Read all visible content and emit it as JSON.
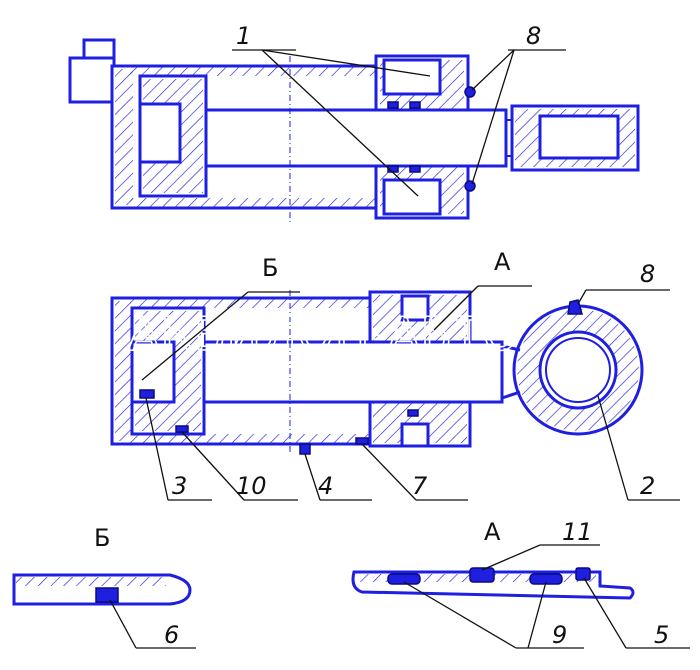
{
  "views": {
    "section_b": "Б",
    "section_a": "А",
    "detail_b": "Б",
    "detail_a": "А"
  },
  "callouts": {
    "c1": "1",
    "c2": "2",
    "c3": "3",
    "c4": "4",
    "c5": "5",
    "c6": "6",
    "c7": "7",
    "c8_top": "8",
    "c8_mid": "8",
    "c9": "9",
    "c10": "10",
    "c11": "11"
  },
  "watermark": "АКВИЛОН-АВТО",
  "colors": {
    "outline": "#1f1fe0",
    "leader": "#111111",
    "hatch": "#1f1fe0"
  }
}
